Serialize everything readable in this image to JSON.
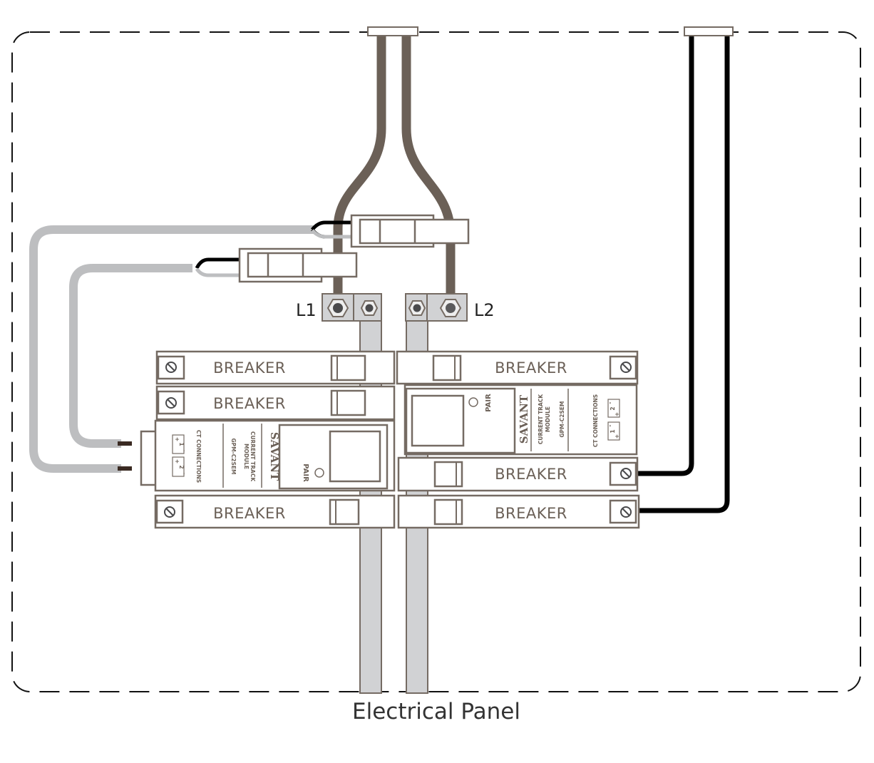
{
  "title": "Electrical Panel",
  "lugs": {
    "left": "L1",
    "right": "L2"
  },
  "breaker_label": "BREAKER",
  "module": {
    "brand": "SAVANT",
    "name_line1": "CURRENT TRACK",
    "name_line2": "MODULE",
    "model": "GPM-C2SEM",
    "ct_label": "CT CONNECTIONS",
    "pair_label": "PAIR",
    "ct1": "1",
    "ct2": "2",
    "plus": "+",
    "minus": "-"
  },
  "colors": {
    "service_cable": "#6b6057",
    "ct_wire": "#bdbec0",
    "black_wire": "#000000",
    "busbar": "#d1d2d4",
    "outline": "#756b63"
  }
}
